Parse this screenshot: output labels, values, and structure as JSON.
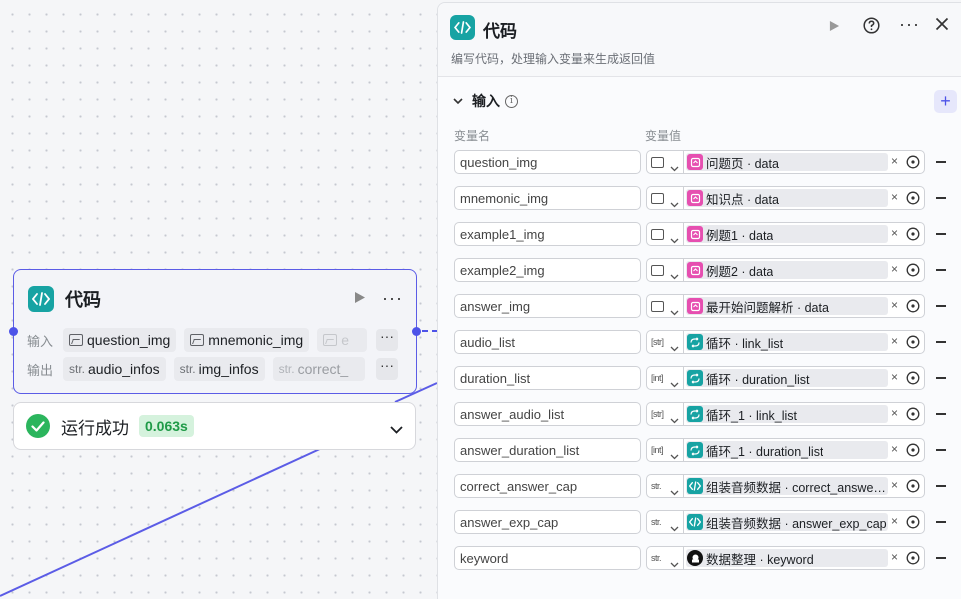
{
  "canvas": {
    "node": {
      "title": "代码",
      "input_label": "输入",
      "output_label": "输出",
      "input_tags": [
        "question_img",
        "mnemonic_img",
        "e"
      ],
      "output_tags": [
        "audio_infos",
        "img_infos",
        "correct_"
      ],
      "output_type_tag": "str.",
      "more_label": "···"
    },
    "status": {
      "text": "运行成功",
      "time": "0.063s"
    }
  },
  "panel": {
    "title": "代码",
    "description": "编写代码，处理输入变量来生成返回值",
    "section_title": "输入",
    "col_name": "变量名",
    "col_value": "变量值",
    "add_label": "+",
    "more_label": "···",
    "rows": [
      {
        "name": "question_img",
        "type": "img",
        "icon": "pink",
        "ref": "问题页 · data"
      },
      {
        "name": "mnemonic_img",
        "type": "img",
        "icon": "pink",
        "ref": "知识点 · data"
      },
      {
        "name": "example1_img",
        "type": "img",
        "icon": "pink",
        "ref": "例题1 · data"
      },
      {
        "name": "example2_img",
        "type": "img",
        "icon": "pink",
        "ref": "例题2 · data"
      },
      {
        "name": "answer_img",
        "type": "img",
        "icon": "pink",
        "ref": "最开始问题解析 · data"
      },
      {
        "name": "audio_list",
        "type": "[str]",
        "icon": "teal-loop",
        "ref": "循环 · link_list"
      },
      {
        "name": "duration_list",
        "type": "[int]",
        "icon": "teal-loop",
        "ref": "循环 · duration_list"
      },
      {
        "name": "answer_audio_list",
        "type": "[str]",
        "icon": "teal-loop",
        "ref": "循环_1 · link_list"
      },
      {
        "name": "answer_duration_list",
        "type": "[int]",
        "icon": "teal-loop",
        "ref": "循环_1 · duration_list"
      },
      {
        "name": "correct_answer_cap",
        "type": "str.",
        "icon": "teal-code",
        "ref": "组装音频数据 · correct_answer…"
      },
      {
        "name": "answer_exp_cap",
        "type": "str.",
        "icon": "teal-code",
        "ref": "组装音频数据 · answer_exp_cap"
      },
      {
        "name": "keyword",
        "type": "str.",
        "icon": "black",
        "ref": "数据整理 · keyword"
      }
    ]
  }
}
